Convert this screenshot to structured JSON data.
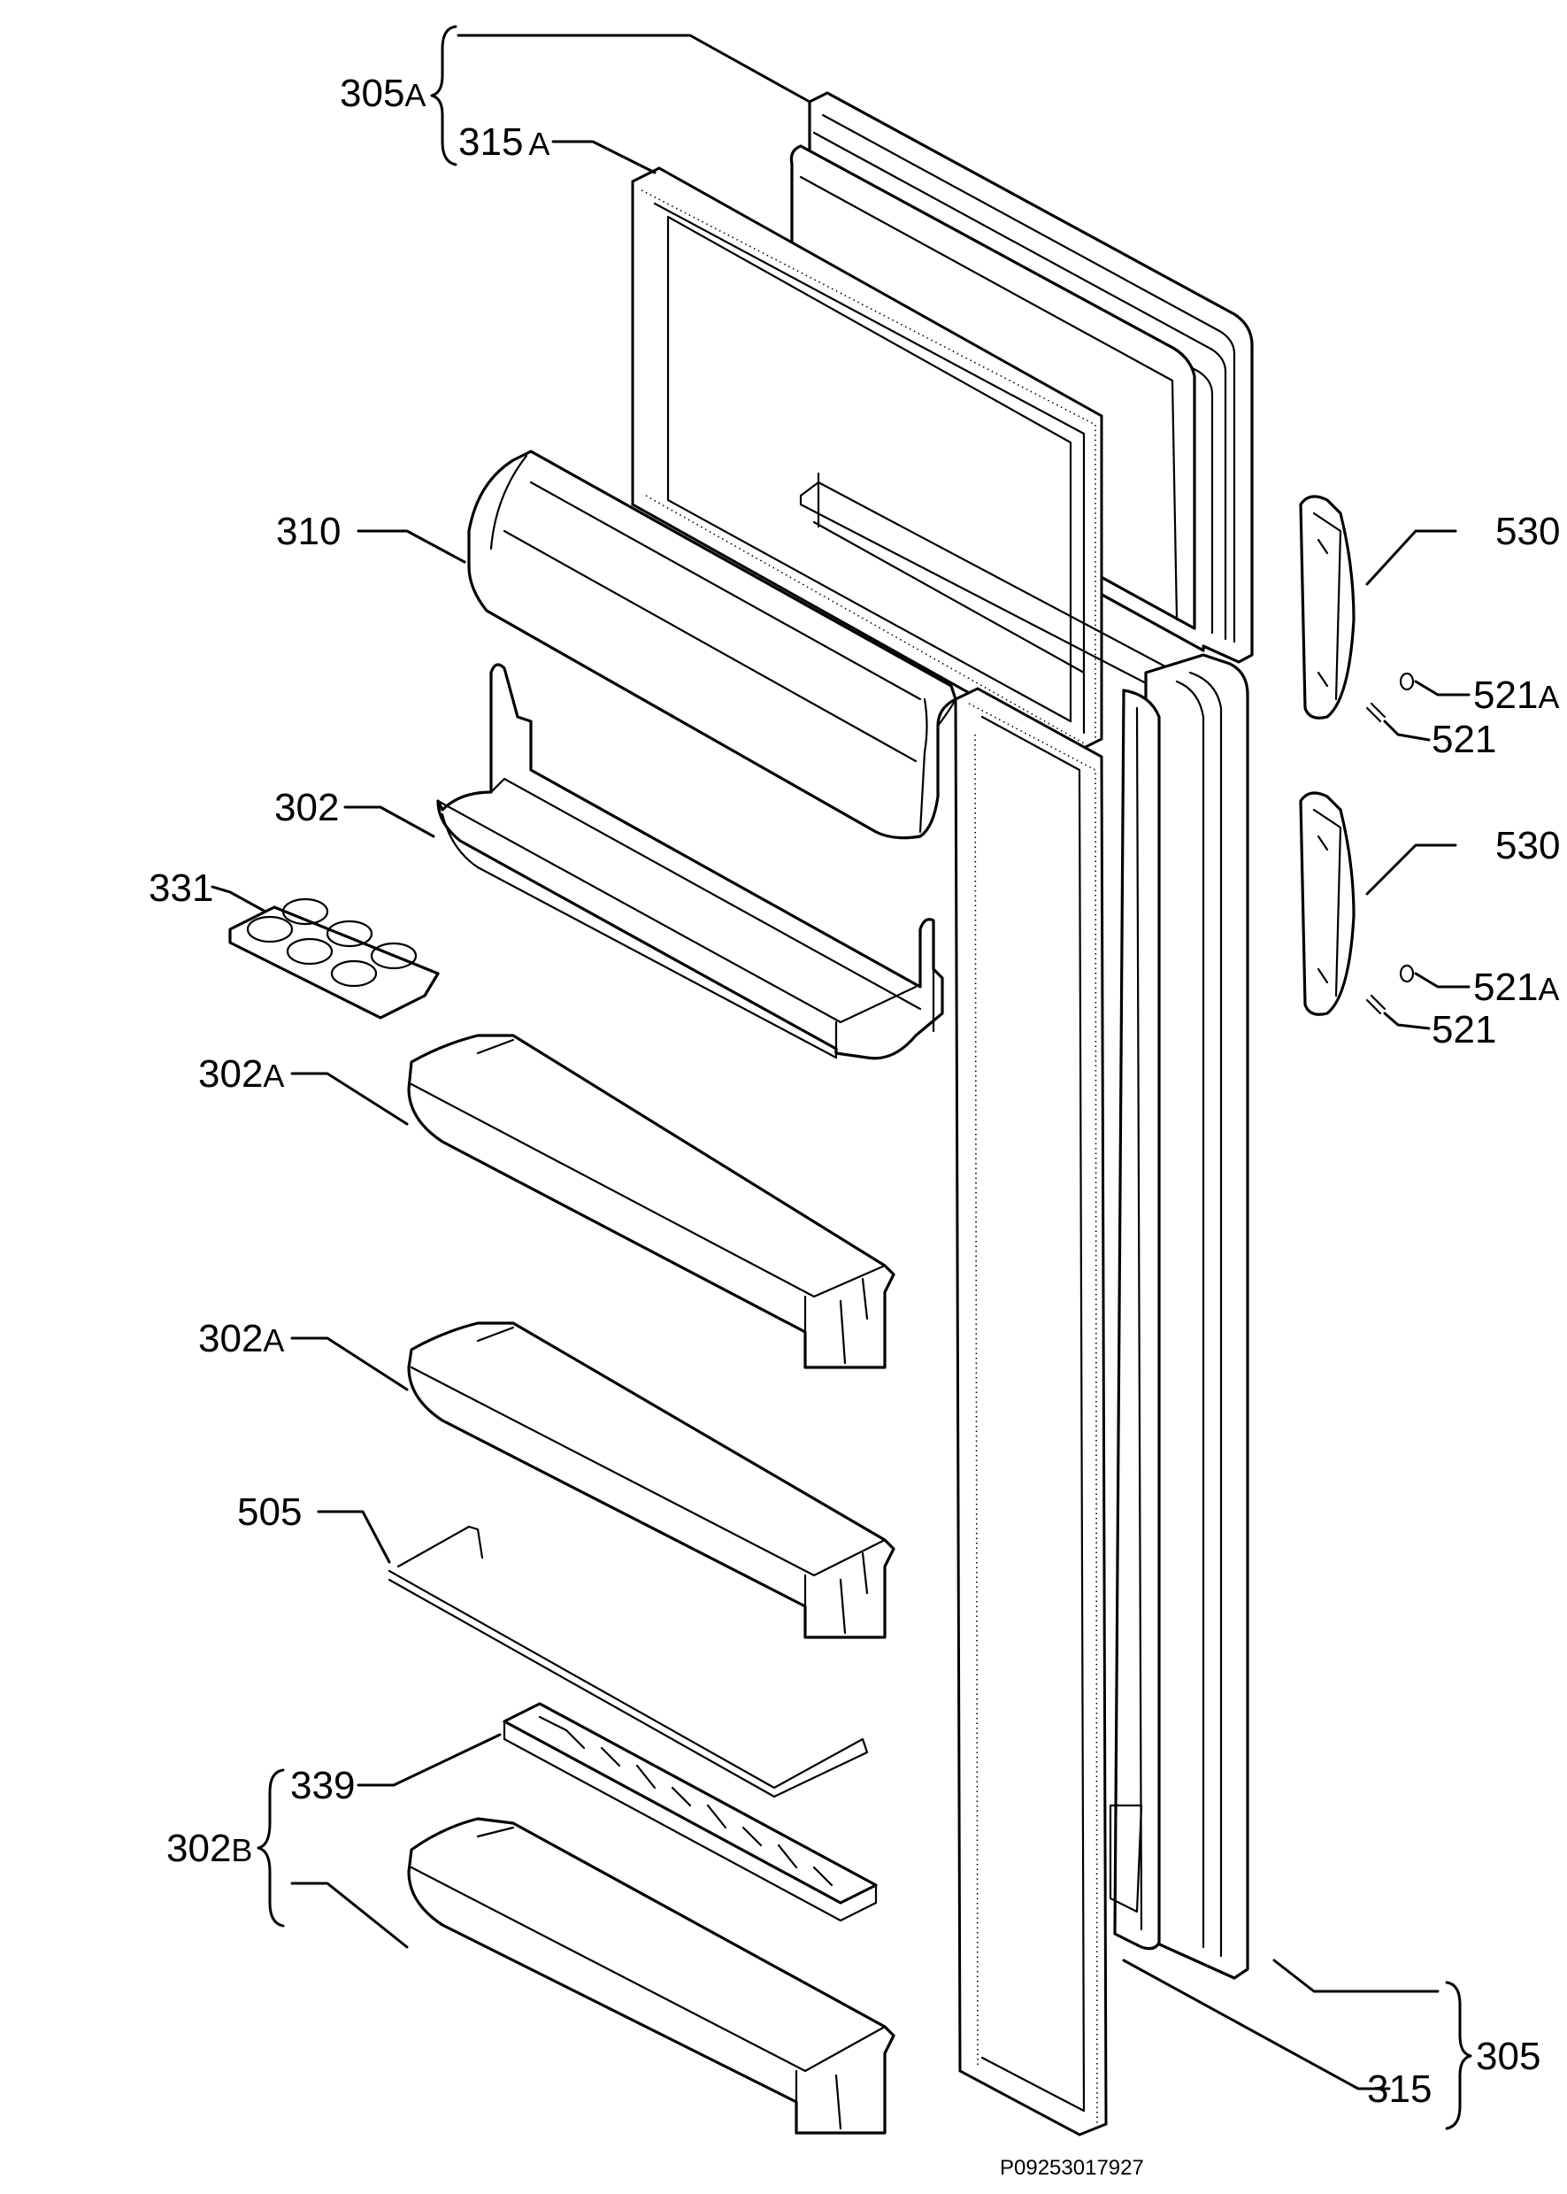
{
  "labels": {
    "305A": {
      "num": "305",
      "suffix": "A"
    },
    "315A": {
      "num": "315",
      "suffix": "A"
    },
    "310": {
      "num": "310",
      "suffix": ""
    },
    "302": {
      "num": "302",
      "suffix": ""
    },
    "331": {
      "num": "331",
      "suffix": ""
    },
    "302A_1": {
      "num": "302",
      "suffix": "A"
    },
    "302A_2": {
      "num": "302",
      "suffix": "A"
    },
    "505": {
      "num": "505",
      "suffix": ""
    },
    "339": {
      "num": "339",
      "suffix": ""
    },
    "302B": {
      "num": "302",
      "suffix": "B"
    },
    "530_1": {
      "num": "530",
      "suffix": ""
    },
    "521A_1": {
      "num": "521",
      "suffix": "A"
    },
    "521_1": {
      "num": "521",
      "suffix": ""
    },
    "530_2": {
      "num": "530",
      "suffix": ""
    },
    "521A_2": {
      "num": "521",
      "suffix": "A"
    },
    "521_2": {
      "num": "521",
      "suffix": ""
    },
    "305": {
      "num": "305",
      "suffix": ""
    },
    "315": {
      "num": "315",
      "suffix": ""
    }
  },
  "drawing_code": "P09253017927"
}
